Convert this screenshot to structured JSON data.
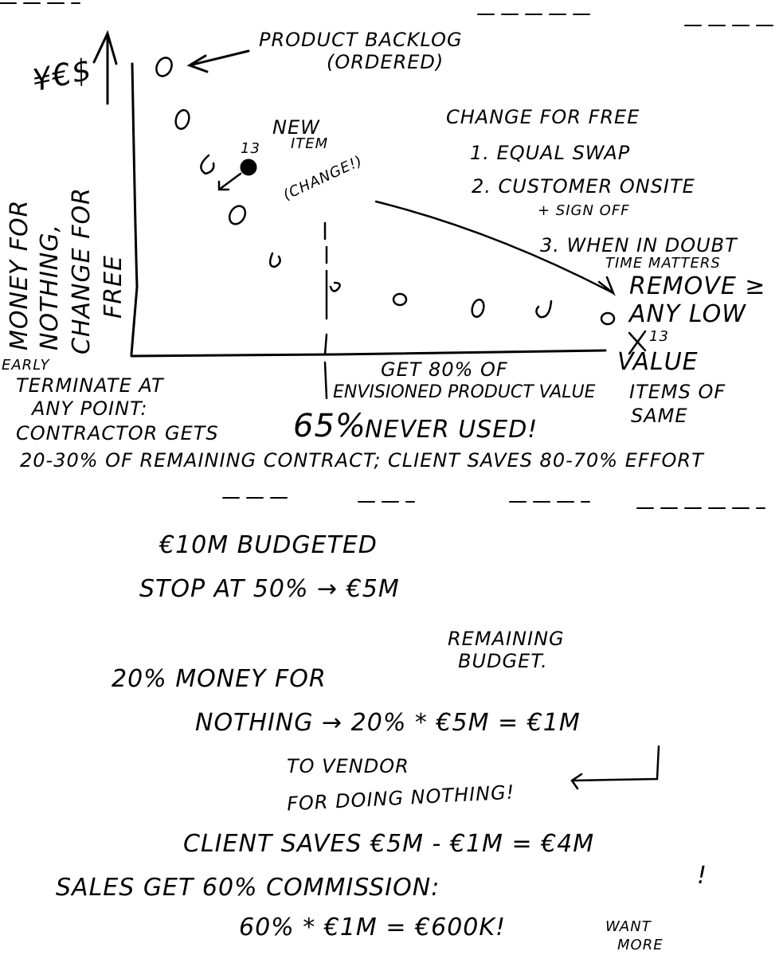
{
  "diagram": {
    "y_axis_label": "¥€$",
    "backlog_label": [
      "PRODUCT BACKLOG",
      "(ORDERED)"
    ],
    "new_item": {
      "number": "13",
      "label": [
        "NEW",
        "ITEM",
        "(CHANGE!)"
      ]
    },
    "change_for_free": {
      "title": "CHANGE FOR FREE",
      "items": [
        "1. EQUAL SWAP",
        "2. CUSTOMER ONSITE",
        "+ SIGN OFF",
        "3. WHEN IN DOUBT",
        "TIME MATTERS"
      ]
    },
    "remove_note": [
      "REMOVE ≥",
      "ANY LOW",
      "VALUE",
      "ITEMS OF",
      "SAME"
    ],
    "removed_item_number": "13",
    "side_labels": [
      "MONEY FOR",
      "NOTHING,",
      "CHANGE FOR",
      "FREE"
    ],
    "early_termination": [
      "EARLY",
      "TERMINATE AT",
      "ANY POINT:",
      "CONTRACTOR GETS",
      "20-30% OF REMAINING CONTRACT; CLIENT SAVES 80-70% EFFORT"
    ],
    "value_note": [
      "GET 80% OF",
      "ENVISIONED PRODUCT VALUE"
    ],
    "never_used": {
      "percent": "65%",
      "text": "NEVER USED!"
    }
  },
  "calculation": {
    "budget": "€10M BUDGETED",
    "stop": "STOP AT 50% → €5M",
    "remaining": [
      "REMAINING",
      "BUDGET."
    ],
    "mfn_1": "20% MONEY FOR",
    "mfn_2": "NOTHING → 20% * €5M = €1M",
    "vendor": [
      "TO VENDOR",
      "FOR DOING NOTHING!"
    ],
    "client_saves": "CLIENT SAVES €5M - €1M = €4M",
    "sales_1": "SALES GET 60% COMMISSION:",
    "sales_2": "60% * €1M = €600K!",
    "want_more": [
      "WANT",
      "MORE"
    ]
  }
}
